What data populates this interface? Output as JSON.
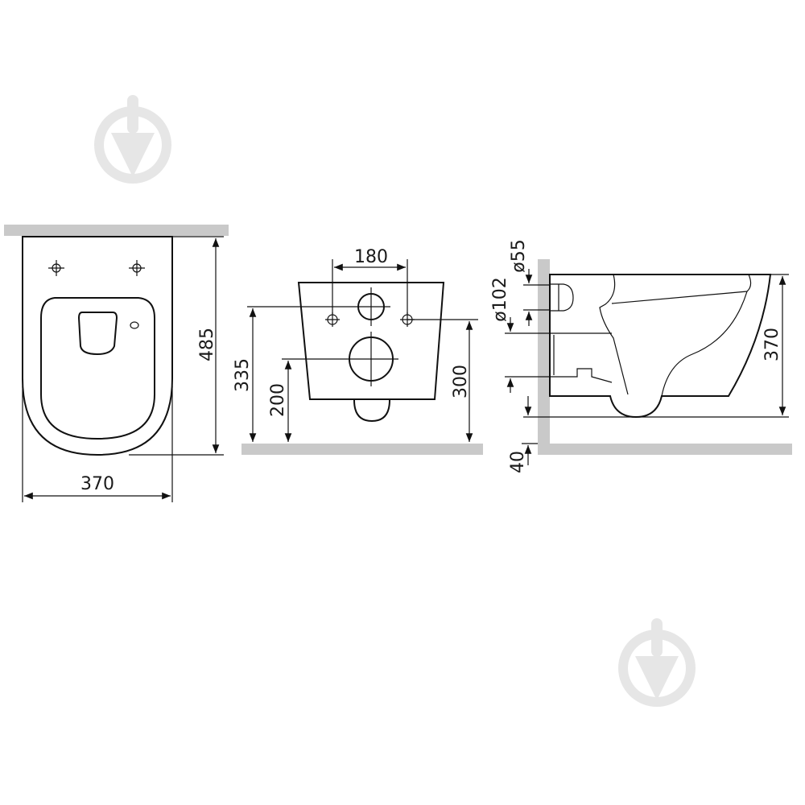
{
  "dimensions": {
    "top_view": {
      "depth": "485",
      "width": "370"
    },
    "front_view": {
      "bolt_spacing": "180",
      "waste_height": "335",
      "lower_height": "200",
      "bolt_height": "300"
    },
    "side_view": {
      "inlet_diameter": "ø55",
      "outlet_diameter": "ø102",
      "height": "370",
      "gap": "40"
    }
  },
  "watermark": {
    "icon": "brand-drop-shield-icon"
  },
  "colors": {
    "line": "#111111",
    "ground": "#c9c9c9",
    "watermark": "#e6e6e6"
  }
}
